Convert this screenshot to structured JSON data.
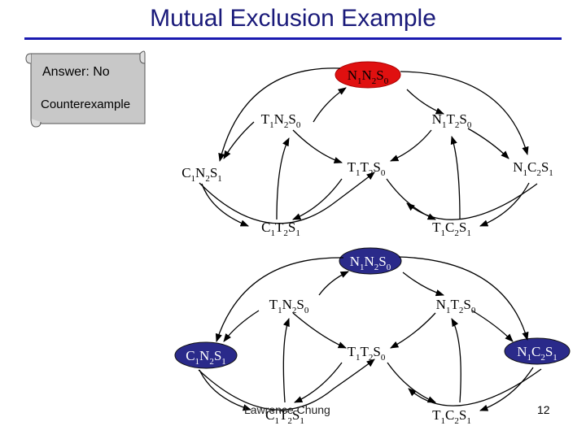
{
  "slide": {
    "title": "Mutual Exclusion Example",
    "answer_label": "Answer:",
    "answer_value": "No",
    "counterexample_label": "Counterexample",
    "footer": "Lawrence Chung",
    "page_number": "12"
  },
  "colors": {
    "title": "#1a1a7a",
    "rule": "#1a1ab0",
    "highlight_red": "#e01010",
    "highlight_blue": "#2a2a8a"
  },
  "top_graph": {
    "nodes": [
      {
        "id": "n1n2s0",
        "parts": [
          [
            "N",
            "1"
          ],
          [
            "N",
            "2"
          ],
          [
            "S",
            "0"
          ]
        ],
        "highlight": "red"
      },
      {
        "id": "t1n2s0",
        "parts": [
          [
            "T",
            "1"
          ],
          [
            "N",
            "2"
          ],
          [
            "S",
            "0"
          ]
        ],
        "highlight": ""
      },
      {
        "id": "n1t2s0",
        "parts": [
          [
            "N",
            "1"
          ],
          [
            "T",
            "2"
          ],
          [
            "S",
            "0"
          ]
        ],
        "highlight": ""
      },
      {
        "id": "c1n2s1",
        "parts": [
          [
            "C",
            "1"
          ],
          [
            "N",
            "2"
          ],
          [
            "S",
            "1"
          ]
        ],
        "highlight": ""
      },
      {
        "id": "t1t2s0",
        "parts": [
          [
            "T",
            "1"
          ],
          [
            "T",
            "2"
          ],
          [
            "S",
            "0"
          ]
        ],
        "highlight": ""
      },
      {
        "id": "n1c2s1",
        "parts": [
          [
            "N",
            "1"
          ],
          [
            "C",
            "2"
          ],
          [
            "S",
            "1"
          ]
        ],
        "highlight": ""
      },
      {
        "id": "c1t2s1",
        "parts": [
          [
            "C",
            "1"
          ],
          [
            "T",
            "2"
          ],
          [
            "S",
            "1"
          ]
        ],
        "highlight": ""
      },
      {
        "id": "t1c2s1",
        "parts": [
          [
            "T",
            "1"
          ],
          [
            "C",
            "2"
          ],
          [
            "S",
            "1"
          ]
        ],
        "highlight": ""
      }
    ]
  },
  "bottom_graph": {
    "nodes": [
      {
        "id": "n1n2s0",
        "parts": [
          [
            "N",
            "1"
          ],
          [
            "N",
            "2"
          ],
          [
            "S",
            "0"
          ]
        ],
        "highlight": "blue"
      },
      {
        "id": "t1n2s0",
        "parts": [
          [
            "T",
            "1"
          ],
          [
            "N",
            "2"
          ],
          [
            "S",
            "0"
          ]
        ],
        "highlight": ""
      },
      {
        "id": "n1t2s0",
        "parts": [
          [
            "N",
            "1"
          ],
          [
            "T",
            "2"
          ],
          [
            "S",
            "0"
          ]
        ],
        "highlight": ""
      },
      {
        "id": "c1n2s1",
        "parts": [
          [
            "C",
            "1"
          ],
          [
            "N",
            "2"
          ],
          [
            "S",
            "1"
          ]
        ],
        "highlight": "blue"
      },
      {
        "id": "t1t2s0",
        "parts": [
          [
            "T",
            "1"
          ],
          [
            "T",
            "2"
          ],
          [
            "S",
            "0"
          ]
        ],
        "highlight": ""
      },
      {
        "id": "n1c2s1",
        "parts": [
          [
            "N",
            "1"
          ],
          [
            "C",
            "2"
          ],
          [
            "S",
            "1"
          ]
        ],
        "highlight": "blue"
      },
      {
        "id": "c1t2s1",
        "parts": [
          [
            "C",
            "1"
          ],
          [
            "T",
            "2"
          ],
          [
            "S",
            "1"
          ]
        ],
        "highlight": ""
      },
      {
        "id": "t1c2s1",
        "parts": [
          [
            "T",
            "1"
          ],
          [
            "C",
            "2"
          ],
          [
            "S",
            "1"
          ]
        ],
        "highlight": ""
      }
    ]
  }
}
